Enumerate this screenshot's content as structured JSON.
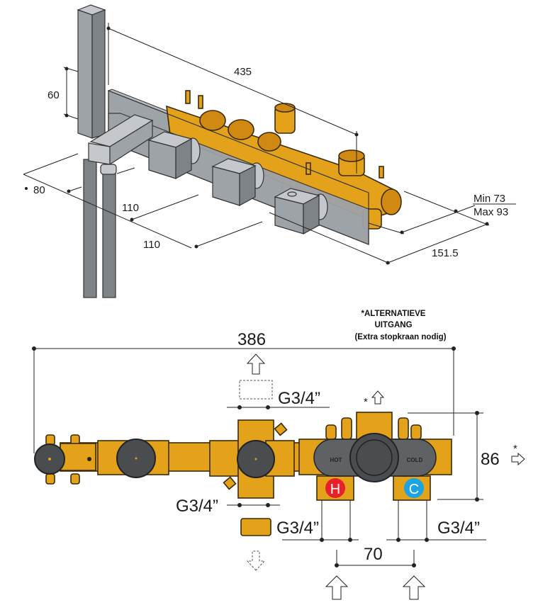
{
  "drawing": {
    "title": "Thermostatic concealed shower set – technical dimensions",
    "top_view": {
      "dimensions": {
        "handshower_length": "435",
        "handshower_offset": "60",
        "depth_front": "80",
        "spacing_1": "110",
        "spacing_2": "110",
        "depth_min": "Min 73",
        "depth_max": "Max 93",
        "total_depth": "151.5"
      }
    },
    "bottom_view": {
      "dimensions": {
        "total_width": "386",
        "height": "86",
        "inlet_spacing": "70",
        "outlet_top_thread": "G3/4”",
        "outlet_bottom_thread": "G3/4”",
        "outlet_bottom_thread_2": "G3/4”",
        "inlet_thread": "G3/4”"
      },
      "note": {
        "line1": "*ALTERNATIEVE",
        "line2": "UITGANG",
        "line3": "(Extra stopkraan nodig)"
      },
      "asterisk_top": "*",
      "asterisk_right": "*",
      "labels": {
        "hot_text": "HOT",
        "cold_text": "COLD",
        "hot_badge": "H",
        "cold_badge": "C"
      }
    },
    "colors": {
      "brass": "#E3A21A",
      "steel": "#9EA3A8",
      "hot_red": "#E8202A",
      "cold_blue": "#1BA3E2",
      "dark_knob": "#4A4D50"
    }
  }
}
